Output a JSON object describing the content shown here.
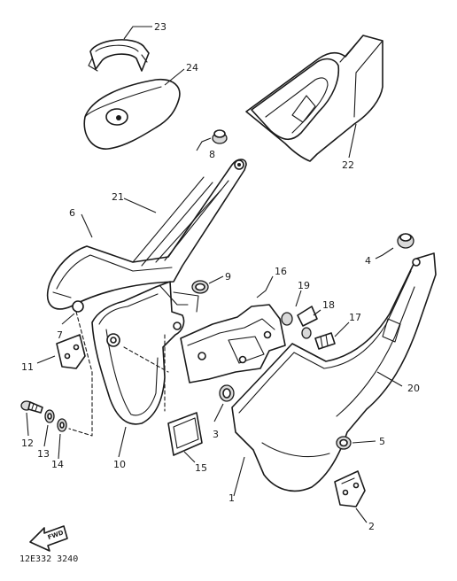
{
  "callouts": {
    "c1": "1",
    "c2": "2",
    "c3": "3",
    "c4": "4",
    "c5": "5",
    "c6": "6",
    "c7": "7",
    "c8": "8",
    "c9": "9",
    "c10": "10",
    "c11": "11",
    "c12": "12",
    "c13": "13",
    "c14": "14",
    "c15": "15",
    "c16": "16",
    "c17": "17",
    "c18": "18",
    "c19": "19",
    "c20": "20",
    "c21": "21",
    "c22": "22",
    "c23": "23",
    "c24": "24"
  },
  "drawing_code": "12E332 3240",
  "front_arrow_label": "FWD"
}
